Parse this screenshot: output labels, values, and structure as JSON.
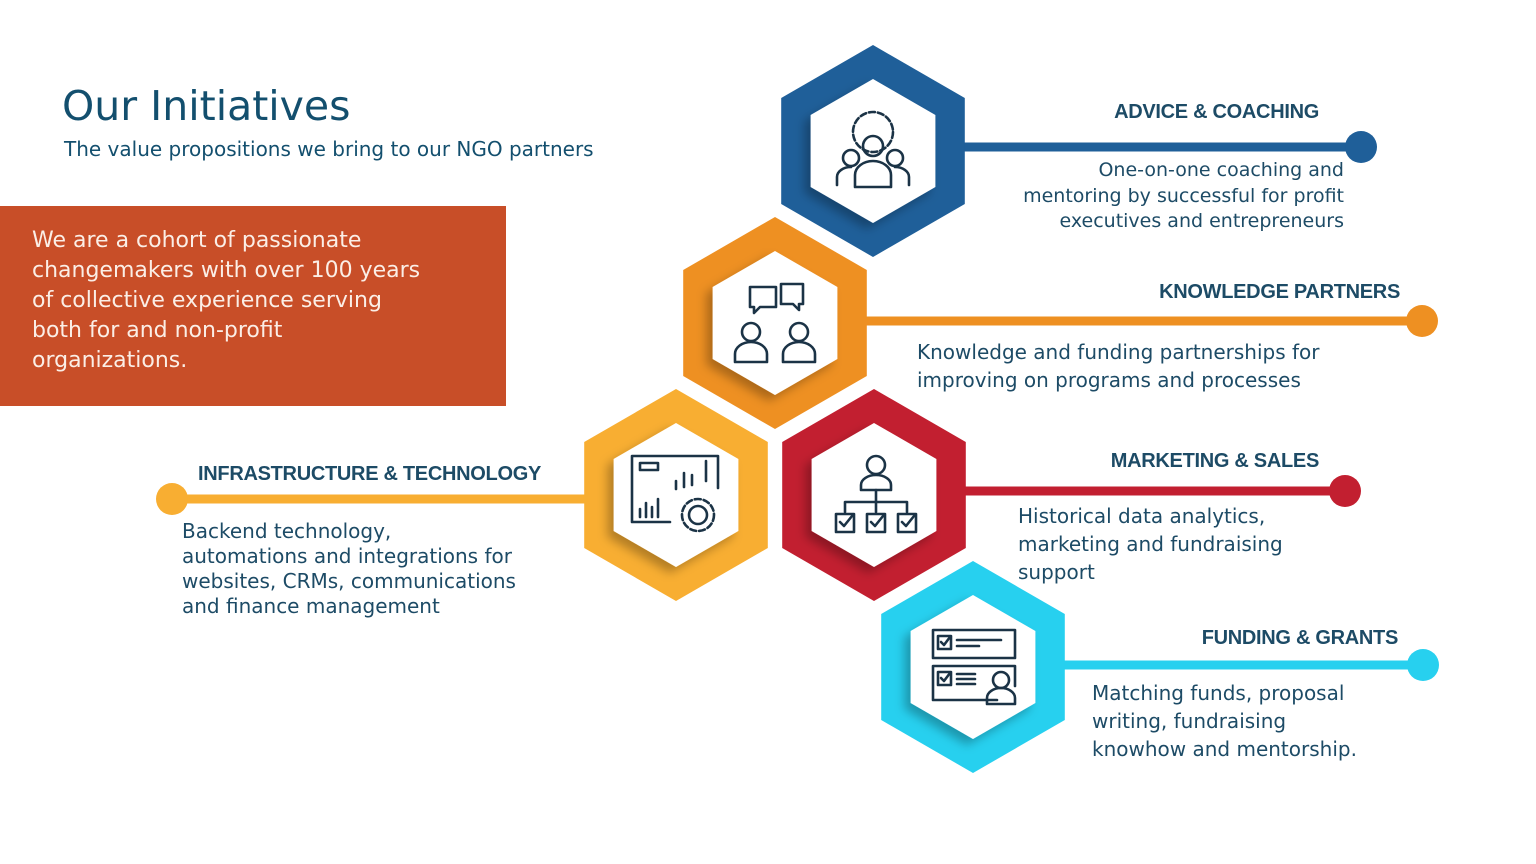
{
  "header": {
    "title": "Our Initiatives",
    "subtitle": "The value propositions we bring to our NGO partners"
  },
  "intro_box": {
    "text": "We are a cohort of passionate\nchangemakers with over 100 years\nof collective experience serving\nboth for and non-profit\norganizations.",
    "color": "#c84e28"
  },
  "initiatives": [
    {
      "title": "ADVICE & COACHING",
      "description": "One-on-one coaching and\nmentoring by successful for profit\nexecutives and entrepreneurs",
      "color": "#1f5f99",
      "icon": "team-gear-icon"
    },
    {
      "title": "KNOWLEDGE PARTNERS",
      "description": "Knowledge and funding partnerships for\nimproving on programs and processes",
      "color": "#ee9022",
      "icon": "discussion-icon"
    },
    {
      "title": "INFRASTRUCTURE & TECHNOLOGY",
      "description": "Backend technology,\nautomations and integrations for\nwebsites, CRMs, communications\nand finance management",
      "color": "#f8ae32",
      "icon": "dashboard-gear-icon"
    },
    {
      "title": "MARKETING & SALES",
      "description": "Historical data analytics,\nmarketing and fundraising\nsupport",
      "color": "#c21f30",
      "icon": "org-chart-icon"
    },
    {
      "title": "FUNDING & GRANTS",
      "description": "Matching funds, proposal\nwriting, fundraising\nknowhow and mentorship.",
      "color": "#27d0ef",
      "icon": "application-form-icon"
    }
  ],
  "text_color": "#1d4b66"
}
